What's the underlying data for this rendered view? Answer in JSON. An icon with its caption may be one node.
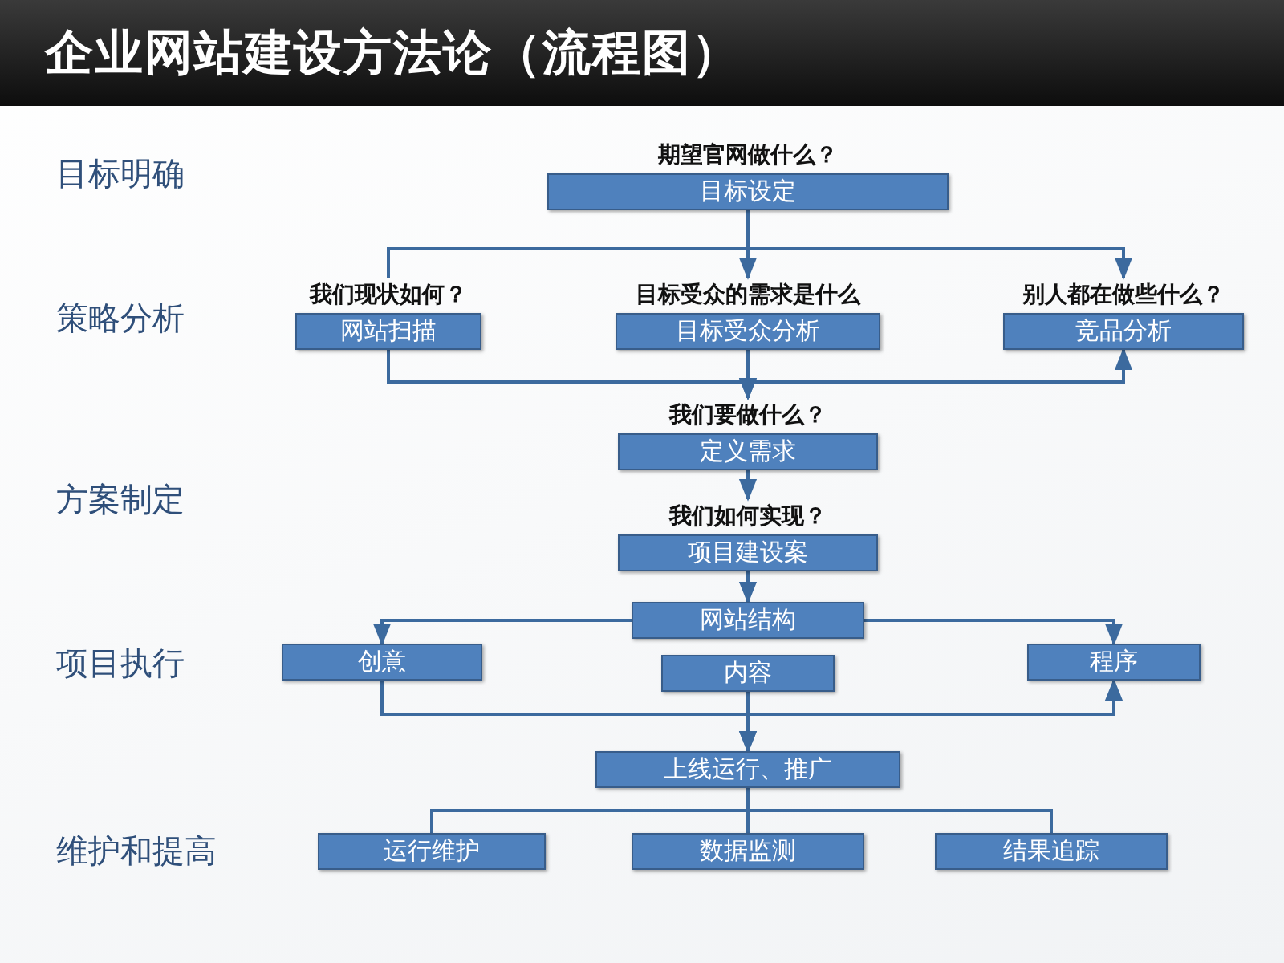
{
  "diagram": {
    "title": "企业网站建设方法论（流程图）",
    "nodes": [
      {
        "text": [
          "期望官网做什么？",
          "目标设定"
        ]
      },
      {
        "text": [
          "我们现状如何？",
          "网站扫描"
        ]
      },
      {
        "text": [
          "目标受众的需求是什么",
          "目标受众分析"
        ]
      },
      {
        "text": [
          "别人都在做些什么？",
          "竞品分析"
        ]
      },
      {
        "text": [
          "我们要做什么？",
          "定义需求"
        ]
      },
      {
        "text": [
          "我们如何实现？",
          "项目建设案"
        ]
      },
      {
        "text": [
          "网站结构"
        ]
      },
      {
        "text": [
          "创意"
        ]
      },
      {
        "text": [
          "内容"
        ]
      },
      {
        "text": [
          "程序"
        ]
      },
      {
        "text": [
          "上线运行、推广"
        ]
      },
      {
        "text": [
          "运行维护"
        ]
      },
      {
        "text": [
          "数据监测"
        ]
      },
      {
        "text": [
          "结果追踪"
        ]
      }
    ],
    "edges": [
      {
        "from": 0,
        "to": 1,
        "arrow": "none"
      },
      {
        "from": 0,
        "to": 2,
        "arrow": "to"
      },
      {
        "from": 0,
        "to": 3,
        "arrow": "to"
      },
      {
        "from": 1,
        "to": 3,
        "arrow": "to"
      },
      {
        "from": 1,
        "to": 4,
        "arrow": "to"
      },
      {
        "from": 2,
        "to": 4,
        "arrow": "to"
      },
      {
        "from": 4,
        "to": 5,
        "arrow": "to"
      },
      {
        "from": 5,
        "to": 6,
        "arrow": "to"
      },
      {
        "from": 6,
        "to": 7,
        "arrow": "to"
      },
      {
        "from": 6,
        "to": 9,
        "arrow": "to"
      },
      {
        "from": 7,
        "to": 9,
        "arrow": "to"
      },
      {
        "from": 7,
        "to": 10,
        "arrow": "to"
      },
      {
        "from": 8,
        "to": 10,
        "arrow": "to"
      },
      {
        "from": 10,
        "to": 11,
        "arrow": "none"
      },
      {
        "from": 10,
        "to": 12,
        "arrow": "none"
      },
      {
        "from": 10,
        "to": 13,
        "arrow": "none"
      }
    ],
    "labels": [
      "目标明确",
      "策略分析",
      "方案制定",
      "项目执行",
      "维护和提高"
    ]
  }
}
